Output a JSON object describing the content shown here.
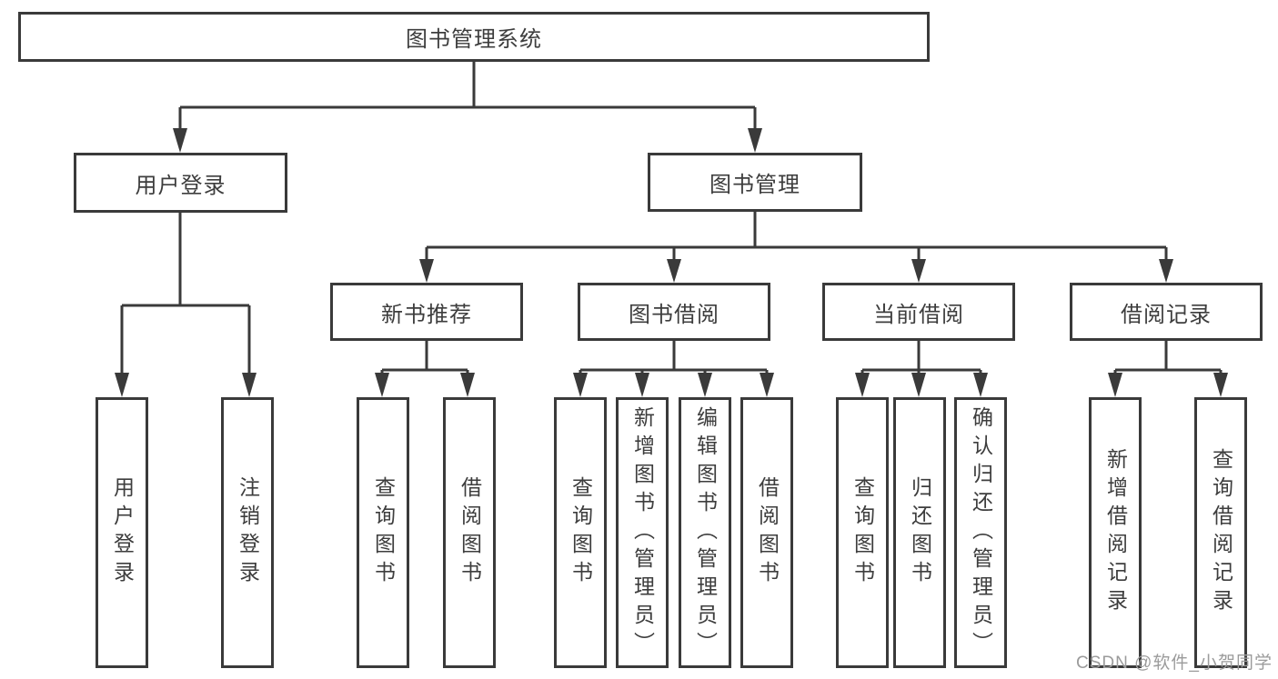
{
  "title": "图书管理系统",
  "user_login": {
    "label": "用户登录",
    "children": [
      "用户登录",
      "注销登录"
    ]
  },
  "book_mgmt": {
    "label": "图书管理",
    "modules": [
      {
        "label": "新书推荐",
        "children": [
          "查询图书",
          "借阅图书"
        ]
      },
      {
        "label": "图书借阅",
        "children": [
          "查询图书",
          "新增图书（管理员）",
          "编辑图书（管理员）",
          "借阅图书"
        ]
      },
      {
        "label": "当前借阅",
        "children": [
          "查询图书",
          "归还图书",
          "确认归还（管理员）"
        ]
      },
      {
        "label": "借阅记录",
        "children": [
          "新增借阅记录",
          "查询借阅记录"
        ]
      }
    ]
  },
  "watermark": "CSDN @软件_小贺同学",
  "colors": {
    "line": "#3a3a3a",
    "text": "#3d3d3d",
    "watermark": "#9b9b9b",
    "background": "#ffffff"
  }
}
